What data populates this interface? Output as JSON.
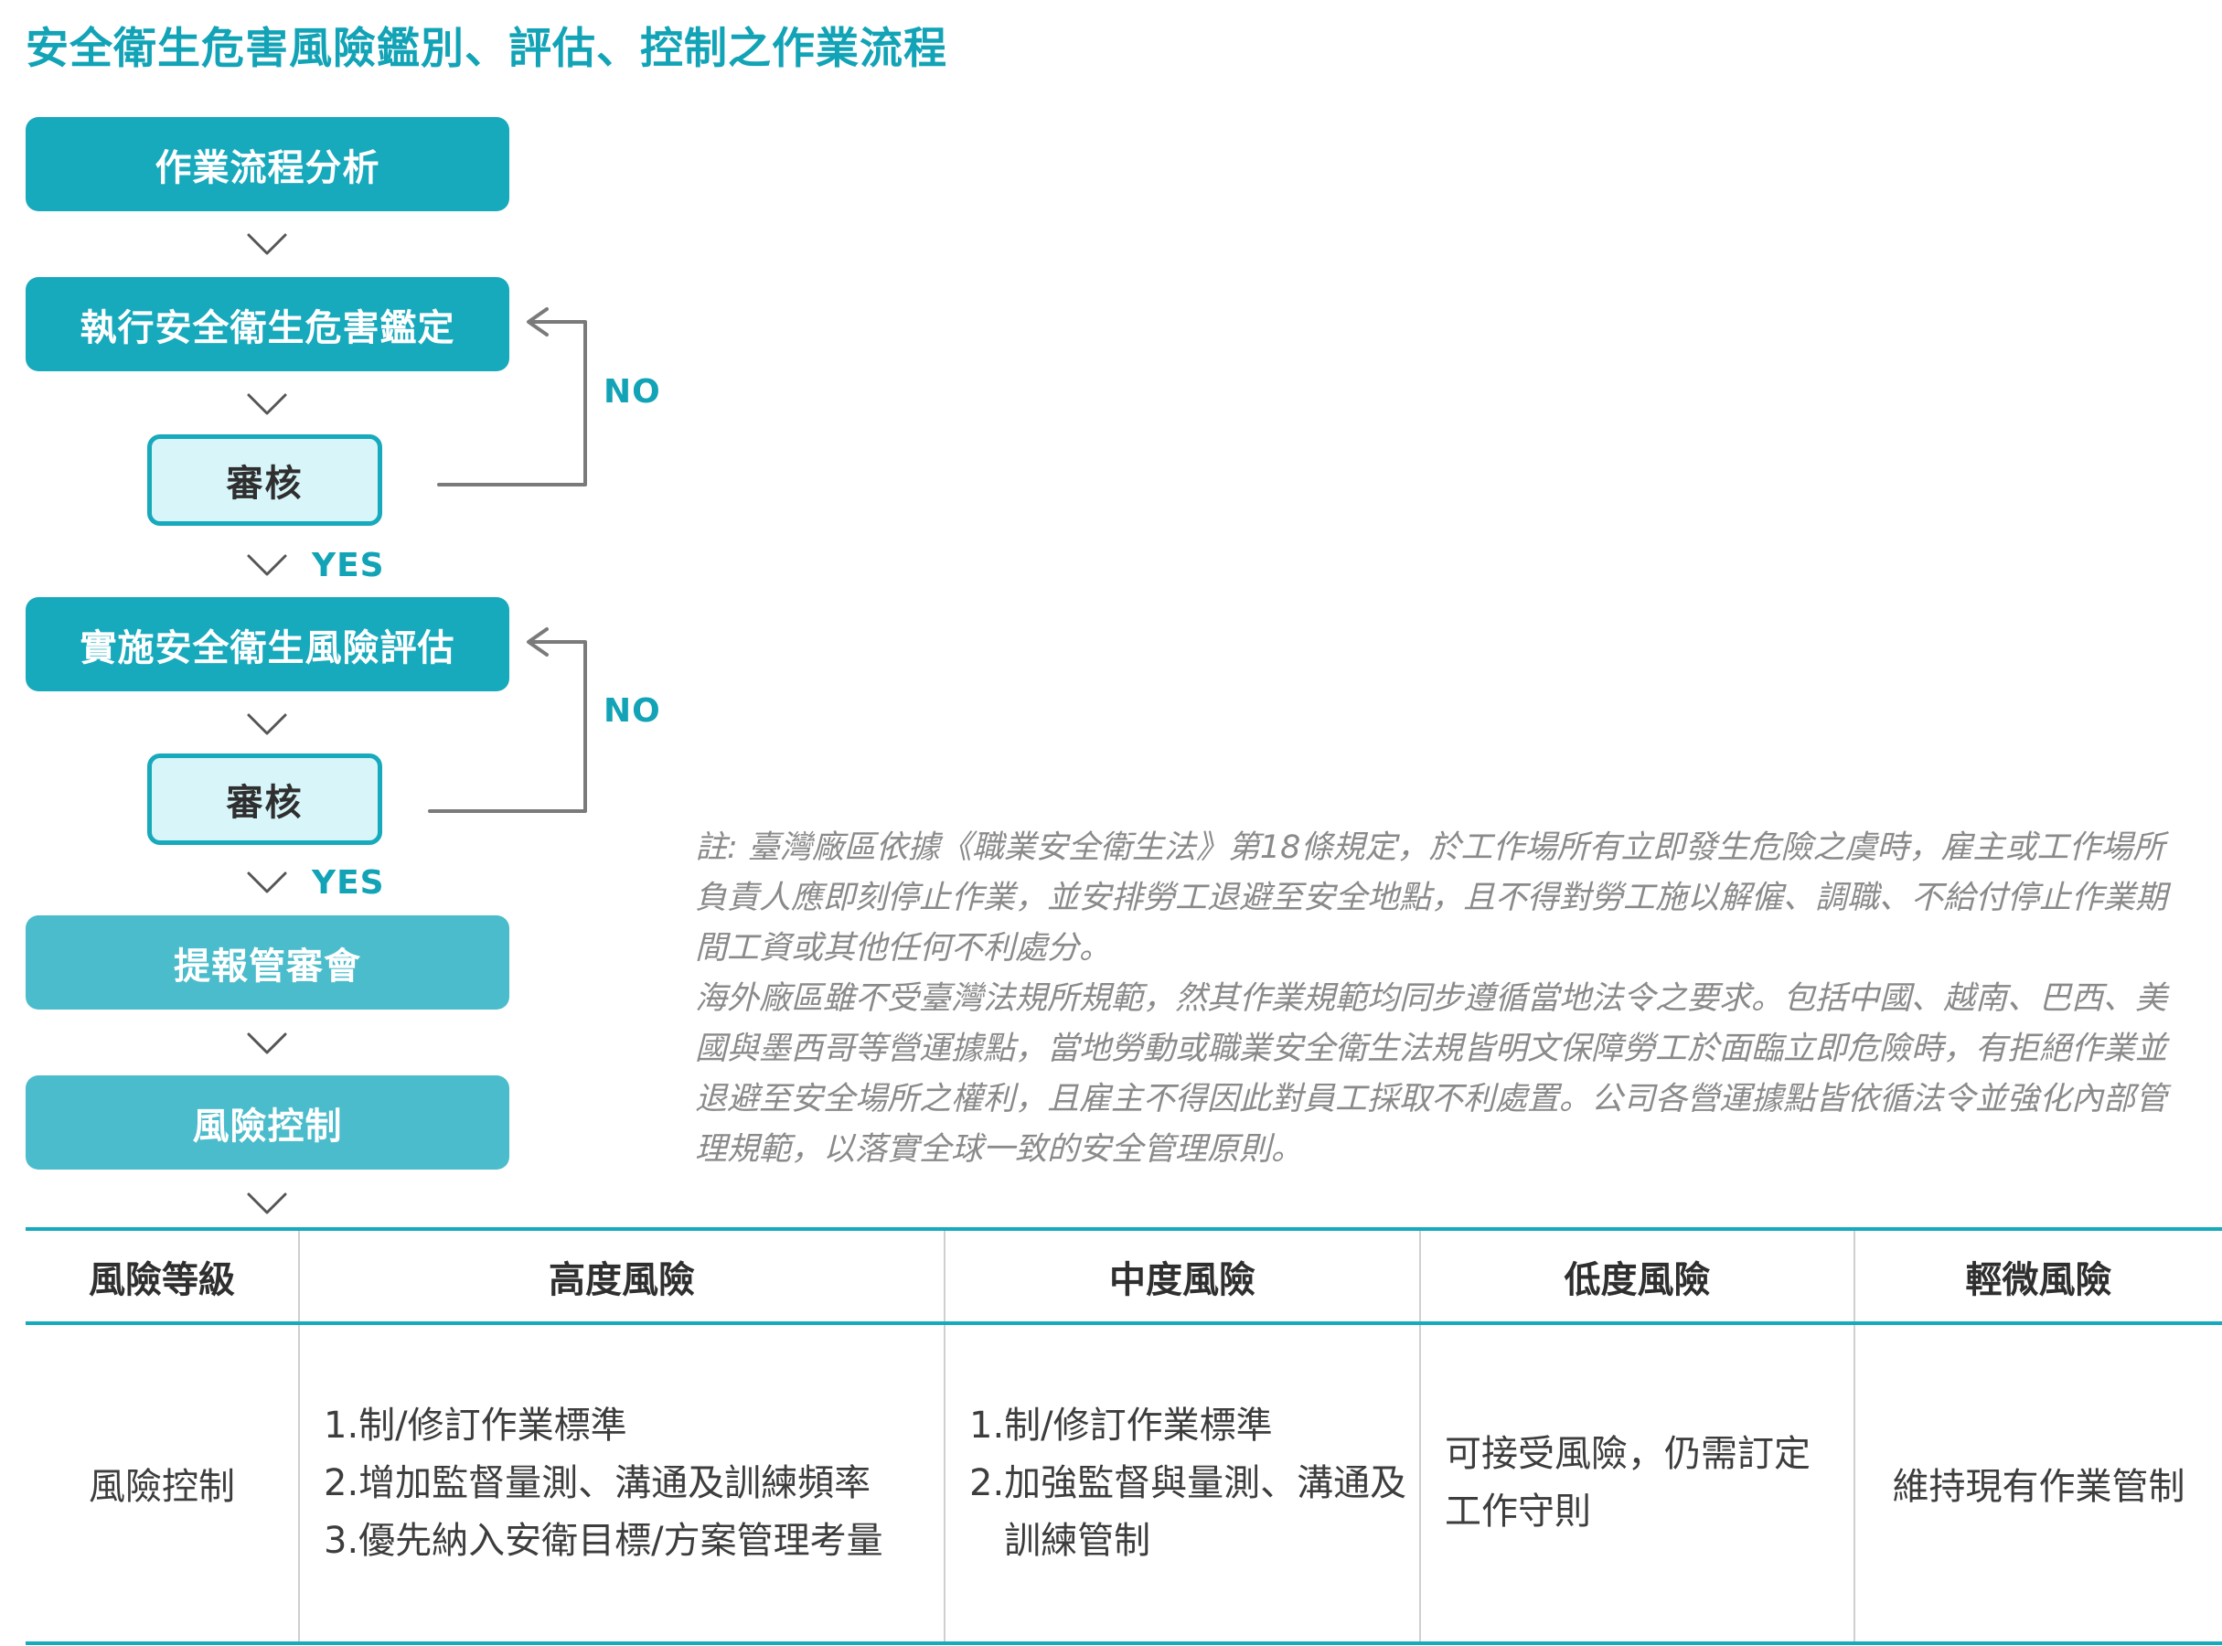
{
  "title": "安全衛生危害風險鑑別、評估、控制之作業流程",
  "flow": {
    "steps": [
      "作業流程分析",
      "執行安全衛生危害鑑定",
      "實施安全衛生風險評估",
      "提報管審會",
      "風險控制"
    ],
    "review_label": "審核",
    "no_label": "NO",
    "yes_label": "YES"
  },
  "note": {
    "paragraphs": [
      "註: 臺灣廠區依據《職業安全衛生法》第18條規定，於工作場所有立即發生危險之虞時，雇主或工作場所負責人應即刻停止作業，並安排勞工退避至安全地點，且不得對勞工施以解僱、調職、不給付停止作業期間工資或其他任何不利處分。",
      "海外廠區雖不受臺灣法規所規範，然其作業規範均同步遵循當地法令之要求。包括中國、越南、巴西、美國與墨西哥等營運據點，當地勞動或職業安全衛生法規皆明文保障勞工於面臨立即危險時，有拒絕作業並退避至安全場所之權利，且雇主不得因此對員工採取不利處置。公司各營運據點皆依循法令並強化內部管理規範，以落實全球一致的安全管理原則。"
    ]
  },
  "risk_table": {
    "headers": [
      "風險等級",
      "高度風險",
      "中度風險",
      "低度風險",
      "輕微風險"
    ],
    "row_label": "風險控制",
    "high": {
      "items": [
        {
          "num": "1.",
          "text": "制/修訂作業標準"
        },
        {
          "num": "2.",
          "text": "增加監督量測、溝通及訓練頻率"
        },
        {
          "num": "3.",
          "text": "優先納入安衛目標/方案管理考量"
        }
      ]
    },
    "medium": {
      "items": [
        {
          "num": "1.",
          "text": "制/修訂作業標準"
        },
        {
          "num": "2.",
          "text": "加強監督與量測、溝通及訓練管制"
        }
      ]
    },
    "low": "可接受風險，仍需訂定工作守則",
    "minor": "維持現有作業管制"
  },
  "colors": {
    "primary": "#17a9bc",
    "primary_light": "#4bbccb",
    "review_fill": "#d8f6fa",
    "connector": "#7a7a7a",
    "note_text": "#8a8a8a"
  }
}
